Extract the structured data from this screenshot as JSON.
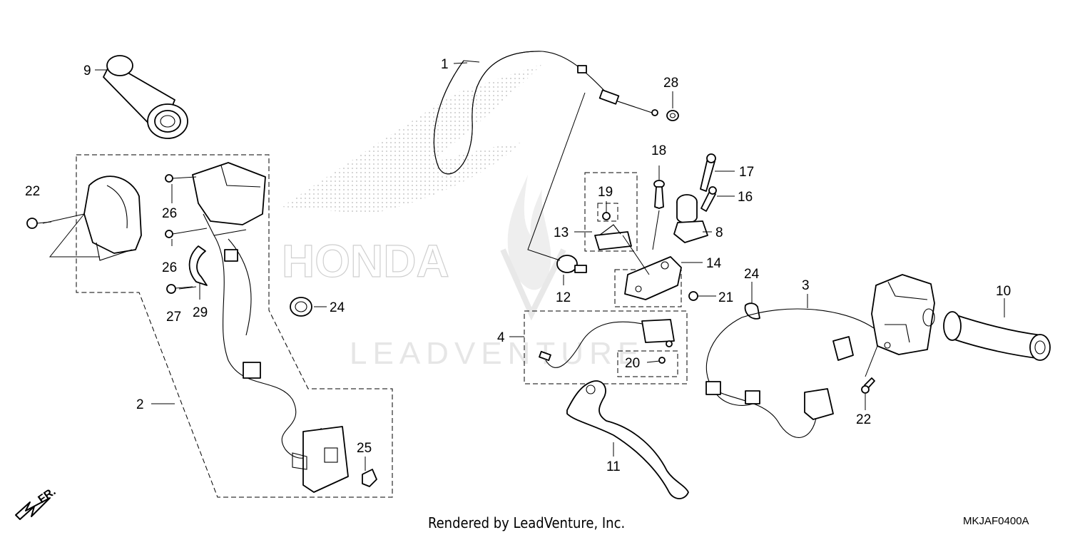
{
  "callouts": {
    "c1": "1",
    "c2": "2",
    "c3": "3",
    "c4": "4",
    "c8": "8",
    "c9": "9",
    "c10": "10",
    "c11": "11",
    "c12": "12",
    "c13": "13",
    "c14": "14",
    "c16": "16",
    "c17": "17",
    "c18": "18",
    "c19": "19",
    "c20": "20",
    "c21": "21",
    "c22a": "22",
    "c22b": "22",
    "c24a": "24",
    "c24b": "24",
    "c25": "25",
    "c26a": "26",
    "c26b": "26",
    "c27": "27",
    "c28": "28",
    "c29": "29"
  },
  "watermark": {
    "brand": "HONDA",
    "company": "LEADVENTURE"
  },
  "footer": {
    "rendered_by": "Rendered by LeadVenture, Inc.",
    "diagram_code": "MKJAF0400A"
  },
  "direction": {
    "front_label": "FR."
  },
  "icons": {
    "front_arrow": "arrow-down-left-icon",
    "brand_logo": "honda-wing-logo"
  }
}
